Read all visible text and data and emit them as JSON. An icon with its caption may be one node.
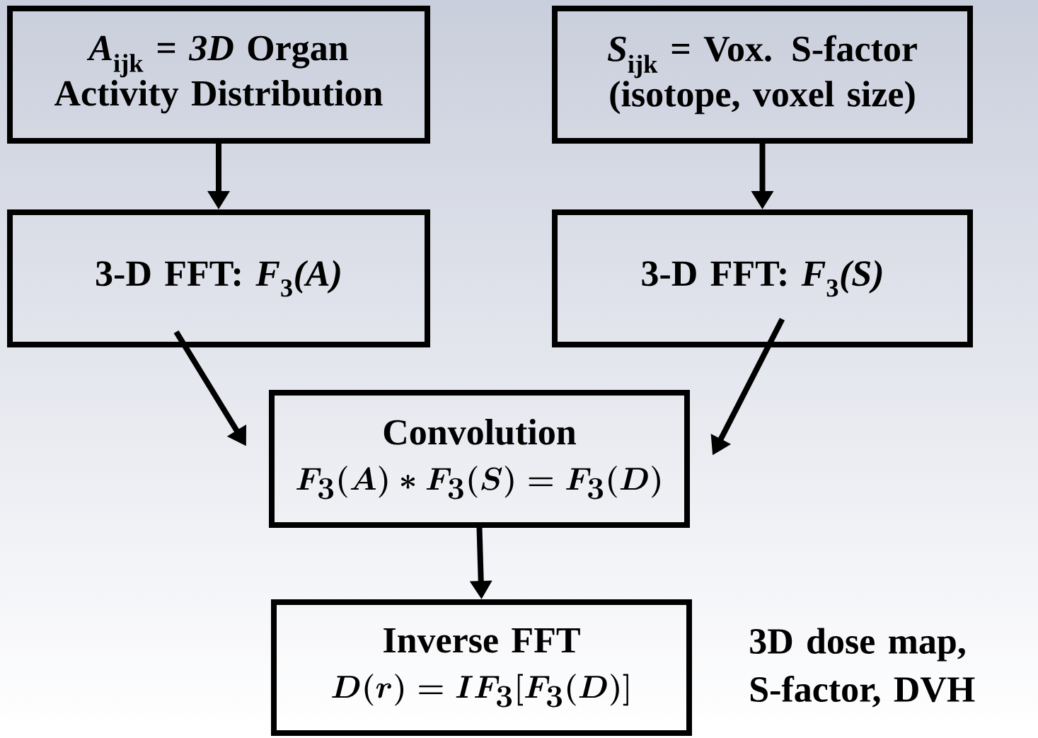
{
  "diagram": {
    "nodes": [
      {
        "text": [
          "*A*$_{ijk}$ = *3D* Organ Activity Distribution"
        ]
      },
      {
        "text": [
          "*S*$_{ijk}$ = Vox. S-factor (isotope, voxel size)"
        ]
      },
      {
        "text": [
          "3-D FFT:  *F*$_{3}$*(A)*"
        ]
      },
      {
        "text": [
          "3-D FFT:  *F*$_{3}$*(S)*"
        ]
      },
      {
        "text": [
          "Convolution",
          "F_3(A) *F_3(S) = F_3(D)"
        ]
      },
      {
        "text": [
          "Inverse FFT",
          "D(r) = IF_3[F_3(D)]"
        ],
        "beside": [
          "3D dose map, S-factor, DVH"
        ]
      }
    ],
    "edges": [
      {
        "from": 0,
        "to": 2,
        "arrow": "to"
      },
      {
        "from": 1,
        "to": 3,
        "arrow": "to"
      },
      {
        "from": 2,
        "to": 4,
        "arrow": "to"
      },
      {
        "from": 3,
        "to": 4,
        "arrow": "to"
      },
      {
        "from": 4,
        "to": 5,
        "arrow": "to"
      }
    ]
  }
}
